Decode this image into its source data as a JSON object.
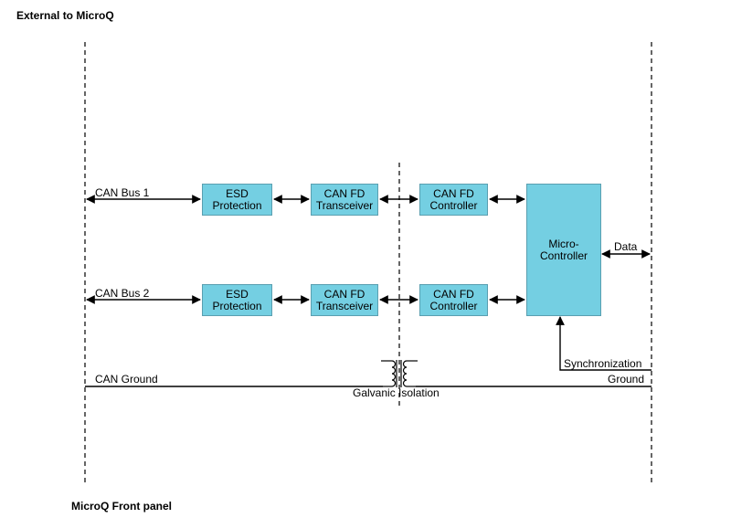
{
  "headings": {
    "top": "External to MicroQ",
    "bottom": "MicroQ Front panel"
  },
  "labels": {
    "can_bus_1": "CAN Bus 1",
    "can_bus_2": "CAN Bus 2",
    "can_ground": "CAN Ground",
    "galvanic_isolation": "Galvanic Isolation",
    "data": "Data",
    "synchronization": "Synchronization",
    "ground": "Ground"
  },
  "blocks": {
    "esd1": "ESD\nProtection",
    "transceiver1": "CAN FD\nTransceiver",
    "controller1": "CAN FD\nController",
    "esd2": "ESD\nProtection",
    "transceiver2": "CAN FD\nTransceiver",
    "controller2": "CAN FD\nController",
    "micro_controller": "Micro-\nController"
  },
  "colors": {
    "block_fill": "#74cfe2",
    "block_border": "#5a9fb0",
    "line": "#000000"
  }
}
